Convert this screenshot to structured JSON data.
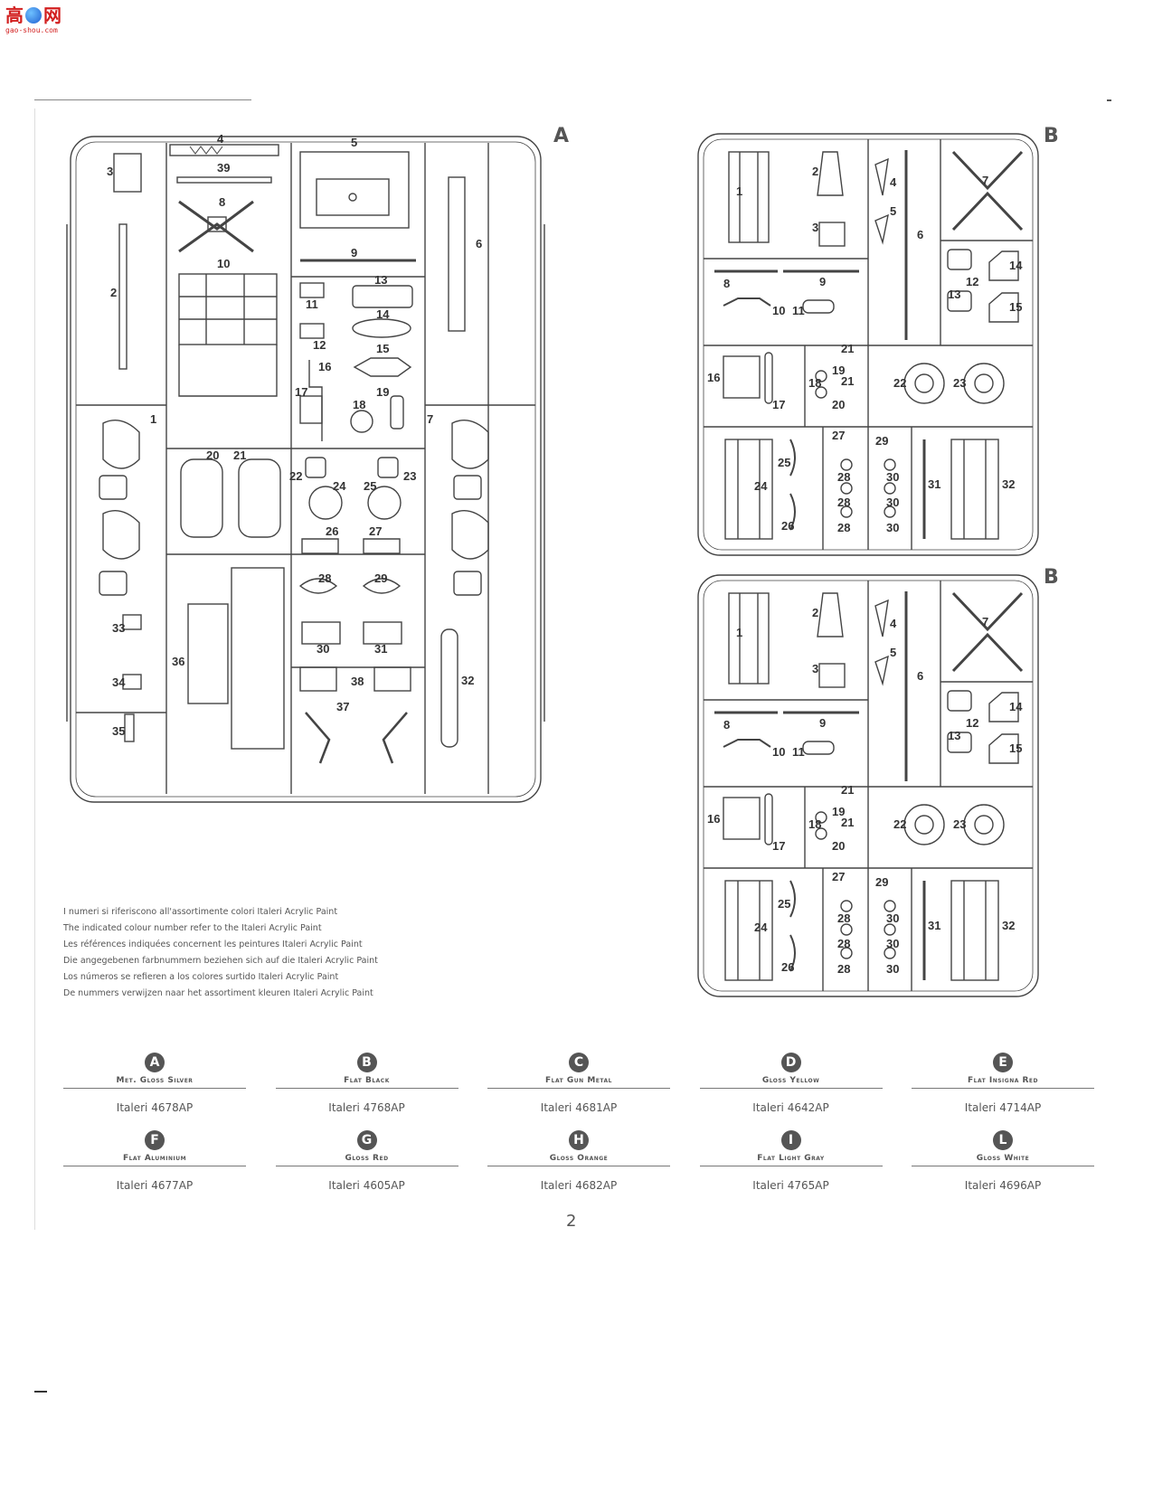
{
  "logo": {
    "text": "高",
    "suffix": "网",
    "url": "gao-shou.com"
  },
  "sprues": {
    "a": {
      "letter": "A"
    },
    "b1": {
      "letter": "B"
    },
    "b2": {
      "letter": "B"
    }
  },
  "notes": [
    "I numeri si riferiscono all'assortimente colori Italeri Acrylic Paint",
    "The indicated colour number refer to the Italeri Acrylic Paint",
    "Les références indiquées concernent les peintures Italeri Acrylic Paint",
    "Die angegebenen farbnummern beziehen sich auf die Italeri Acrylic Paint",
    "Los números se refieren a los colores surtido Italeri Acrylic Paint",
    "De nummers verwijzen naar het assortiment kleuren Italeri Acrylic Paint"
  ],
  "paints": [
    [
      {
        "letter": "A",
        "name": "Met. Gloss Silver",
        "code": "Italeri 4678AP"
      },
      {
        "letter": "B",
        "name": "Flat Black",
        "code": "Italeri 4768AP"
      },
      {
        "letter": "C",
        "name": "Flat Gun Metal",
        "code": "Italeri 4681AP"
      },
      {
        "letter": "D",
        "name": "Gloss Yellow",
        "code": "Italeri 4642AP"
      },
      {
        "letter": "E",
        "name": "Flat Insigna Red",
        "code": "Italeri 4714AP"
      }
    ],
    [
      {
        "letter": "F",
        "name": "Flat Aluminium",
        "code": "Italeri 4677AP"
      },
      {
        "letter": "G",
        "name": "Gloss Red",
        "code": "Italeri 4605AP"
      },
      {
        "letter": "H",
        "name": "Gloss Orange",
        "code": "Italeri 4682AP"
      },
      {
        "letter": "I",
        "name": "Flat Light Gray",
        "code": "Italeri 4765AP"
      },
      {
        "letter": "L",
        "name": "Gloss White",
        "code": "Italeri 4696AP"
      }
    ]
  ],
  "page_number": "2"
}
